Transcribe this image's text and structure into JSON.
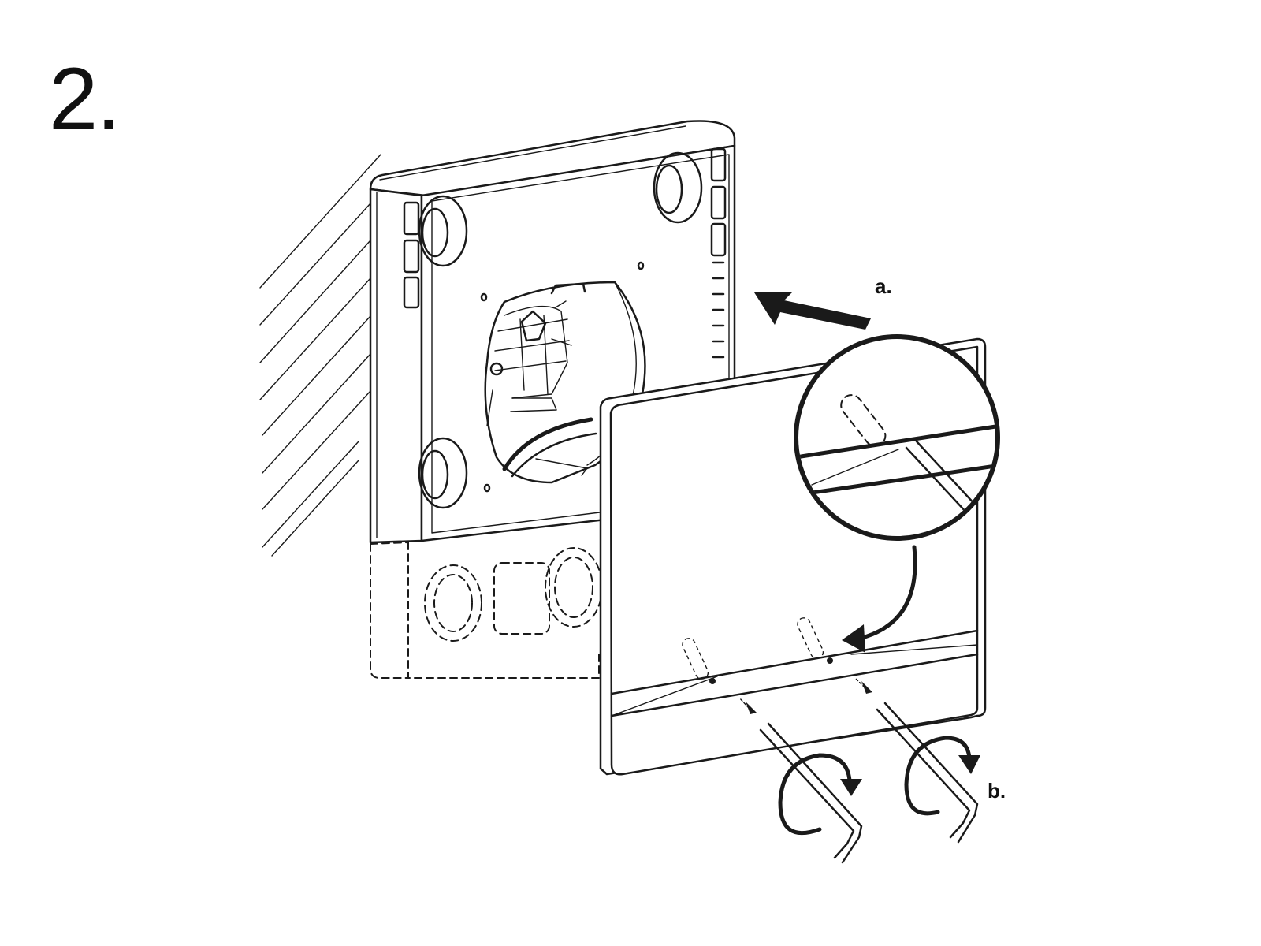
{
  "step": {
    "number": "2."
  },
  "callouts": {
    "a": "a.",
    "b": "b."
  }
}
